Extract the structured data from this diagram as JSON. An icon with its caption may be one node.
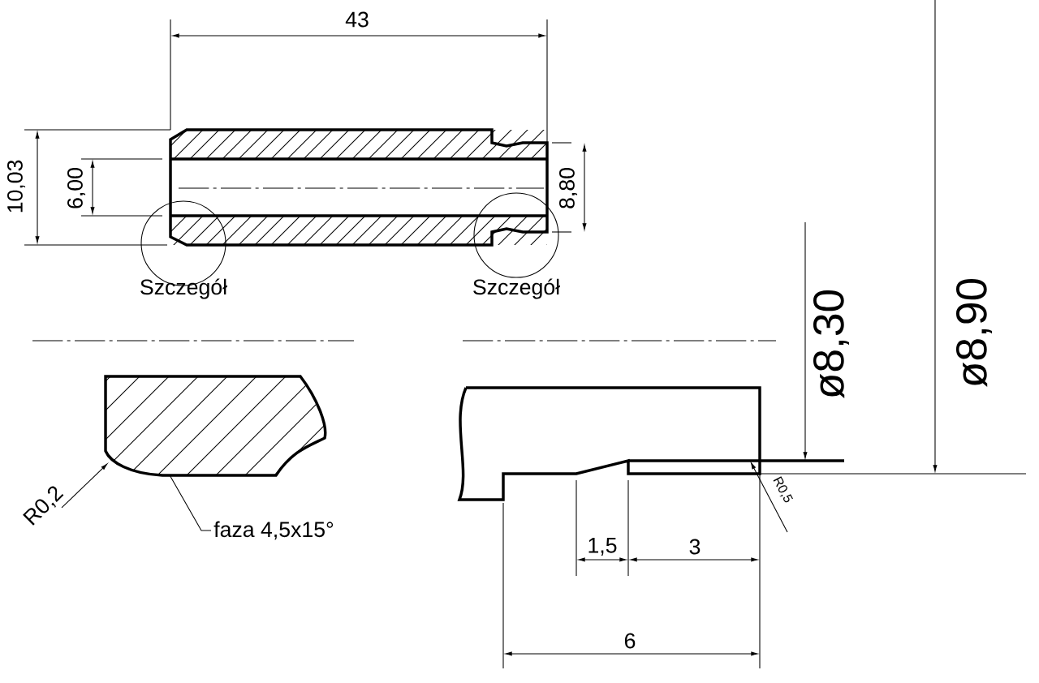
{
  "diagram": {
    "nodes": [
      {
        "text": [
          "faza 4,5x15°"
        ]
      },
      {
        "text": [],
        "shape": "picture"
      }
    ],
    "edges": [
      {
        "from": 0,
        "to": 1,
        "arrow": "none"
      }
    ],
    "labels": [
      "43",
      "10,03",
      "6,00",
      "8,80",
      "Szczegół",
      "Szczegół",
      "R0,2",
      "ø8,30",
      "ø8,90",
      "R0,5",
      "1,5",
      "3",
      "6"
    ]
  }
}
